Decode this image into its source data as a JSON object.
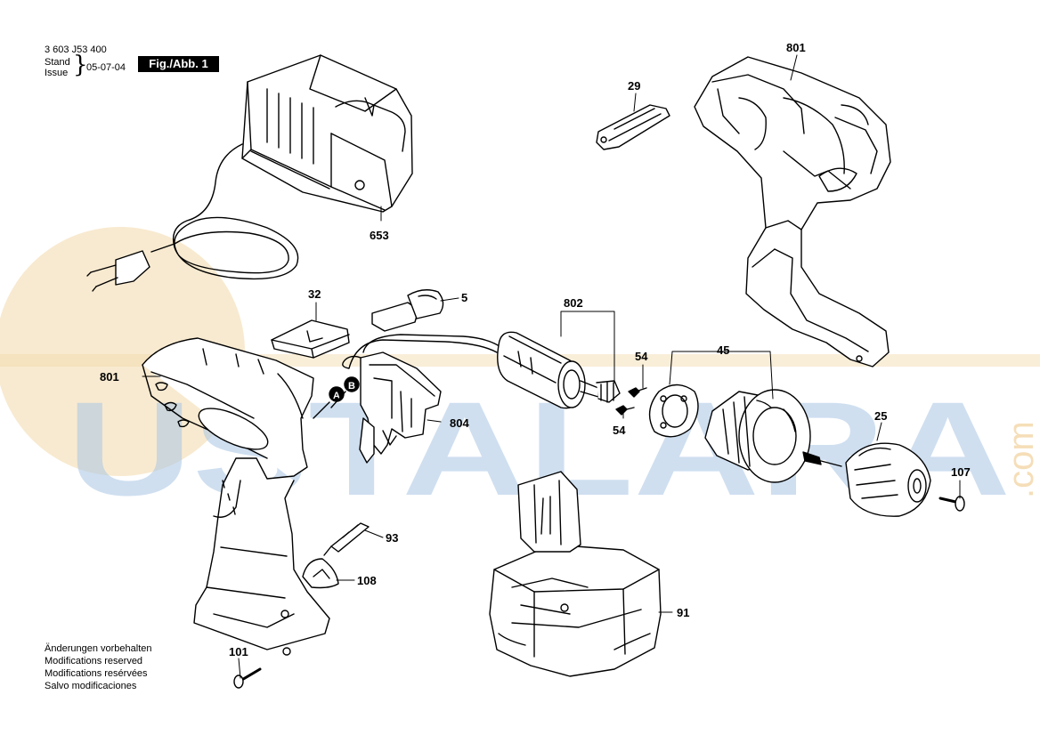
{
  "header": {
    "doc_number": "3 603 J53 400",
    "stand_label": "Stand",
    "issue_label": "Issue",
    "issue_date": "05-07-04",
    "figure_label": "Fig./Abb. 1"
  },
  "watermark": {
    "text": "USTALARA",
    "suffix": ".com",
    "colors": {
      "text": "#a9c6e4",
      "circle": "#f2d9a9"
    }
  },
  "connectors": [
    "A",
    "B"
  ],
  "parts": [
    {
      "id": "p653",
      "number": "653"
    },
    {
      "id": "p29",
      "number": "29"
    },
    {
      "id": "p801a",
      "number": "801"
    },
    {
      "id": "p32",
      "number": "32"
    },
    {
      "id": "p5",
      "number": "5"
    },
    {
      "id": "p802",
      "number": "802"
    },
    {
      "id": "p801b",
      "number": "801"
    },
    {
      "id": "p804",
      "number": "804"
    },
    {
      "id": "p54a",
      "number": "54"
    },
    {
      "id": "p45",
      "number": "45"
    },
    {
      "id": "p54b",
      "number": "54"
    },
    {
      "id": "p25",
      "number": "25"
    },
    {
      "id": "p107",
      "number": "107"
    },
    {
      "id": "p93",
      "number": "93"
    },
    {
      "id": "p108",
      "number": "108"
    },
    {
      "id": "p91",
      "number": "91"
    },
    {
      "id": "p101",
      "number": "101"
    }
  ],
  "footer_notices": [
    "Änderungen vorbehalten",
    "Modifications reserved",
    "Modifications resérvées",
    "Salvo modificaciones"
  ]
}
